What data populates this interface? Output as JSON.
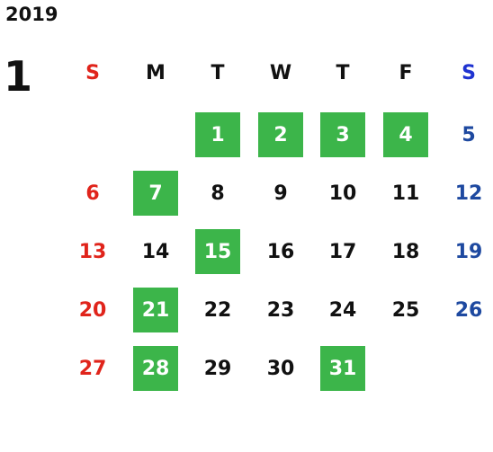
{
  "calendar": {
    "year": "2019",
    "month": "1",
    "weekdays": [
      "S",
      "M",
      "T",
      "W",
      "T",
      "F",
      "S"
    ],
    "weeks": [
      [
        {
          "day": "",
          "state": "empty"
        },
        {
          "day": "",
          "state": "empty"
        },
        {
          "day": "1",
          "state": "highlighted"
        },
        {
          "day": "2",
          "state": "highlighted"
        },
        {
          "day": "3",
          "state": "highlighted"
        },
        {
          "day": "4",
          "state": "highlighted"
        },
        {
          "day": "5",
          "state": "normal"
        }
      ],
      [
        {
          "day": "6",
          "state": "normal"
        },
        {
          "day": "7",
          "state": "highlighted"
        },
        {
          "day": "8",
          "state": "normal"
        },
        {
          "day": "9",
          "state": "normal"
        },
        {
          "day": "10",
          "state": "normal"
        },
        {
          "day": "11",
          "state": "normal"
        },
        {
          "day": "12",
          "state": "normal"
        }
      ],
      [
        {
          "day": "13",
          "state": "normal"
        },
        {
          "day": "14",
          "state": "normal"
        },
        {
          "day": "15",
          "state": "highlighted"
        },
        {
          "day": "16",
          "state": "normal"
        },
        {
          "day": "17",
          "state": "normal"
        },
        {
          "day": "18",
          "state": "normal"
        },
        {
          "day": "19",
          "state": "normal"
        }
      ],
      [
        {
          "day": "20",
          "state": "normal"
        },
        {
          "day": "21",
          "state": "highlighted"
        },
        {
          "day": "22",
          "state": "normal"
        },
        {
          "day": "23",
          "state": "normal"
        },
        {
          "day": "24",
          "state": "normal"
        },
        {
          "day": "25",
          "state": "normal"
        },
        {
          "day": "26",
          "state": "normal"
        }
      ],
      [
        {
          "day": "27",
          "state": "normal"
        },
        {
          "day": "28",
          "state": "highlighted"
        },
        {
          "day": "29",
          "state": "normal"
        },
        {
          "day": "30",
          "state": "normal"
        },
        {
          "day": "31",
          "state": "highlighted"
        },
        {
          "day": "",
          "state": "empty"
        },
        {
          "day": "",
          "state": "empty"
        }
      ]
    ]
  },
  "colors": {
    "highlight": "#3cb54a",
    "sunday": "#e0241b",
    "saturday_header": "#1f33d1",
    "saturday": "#1e49a0",
    "text": "#111111"
  }
}
